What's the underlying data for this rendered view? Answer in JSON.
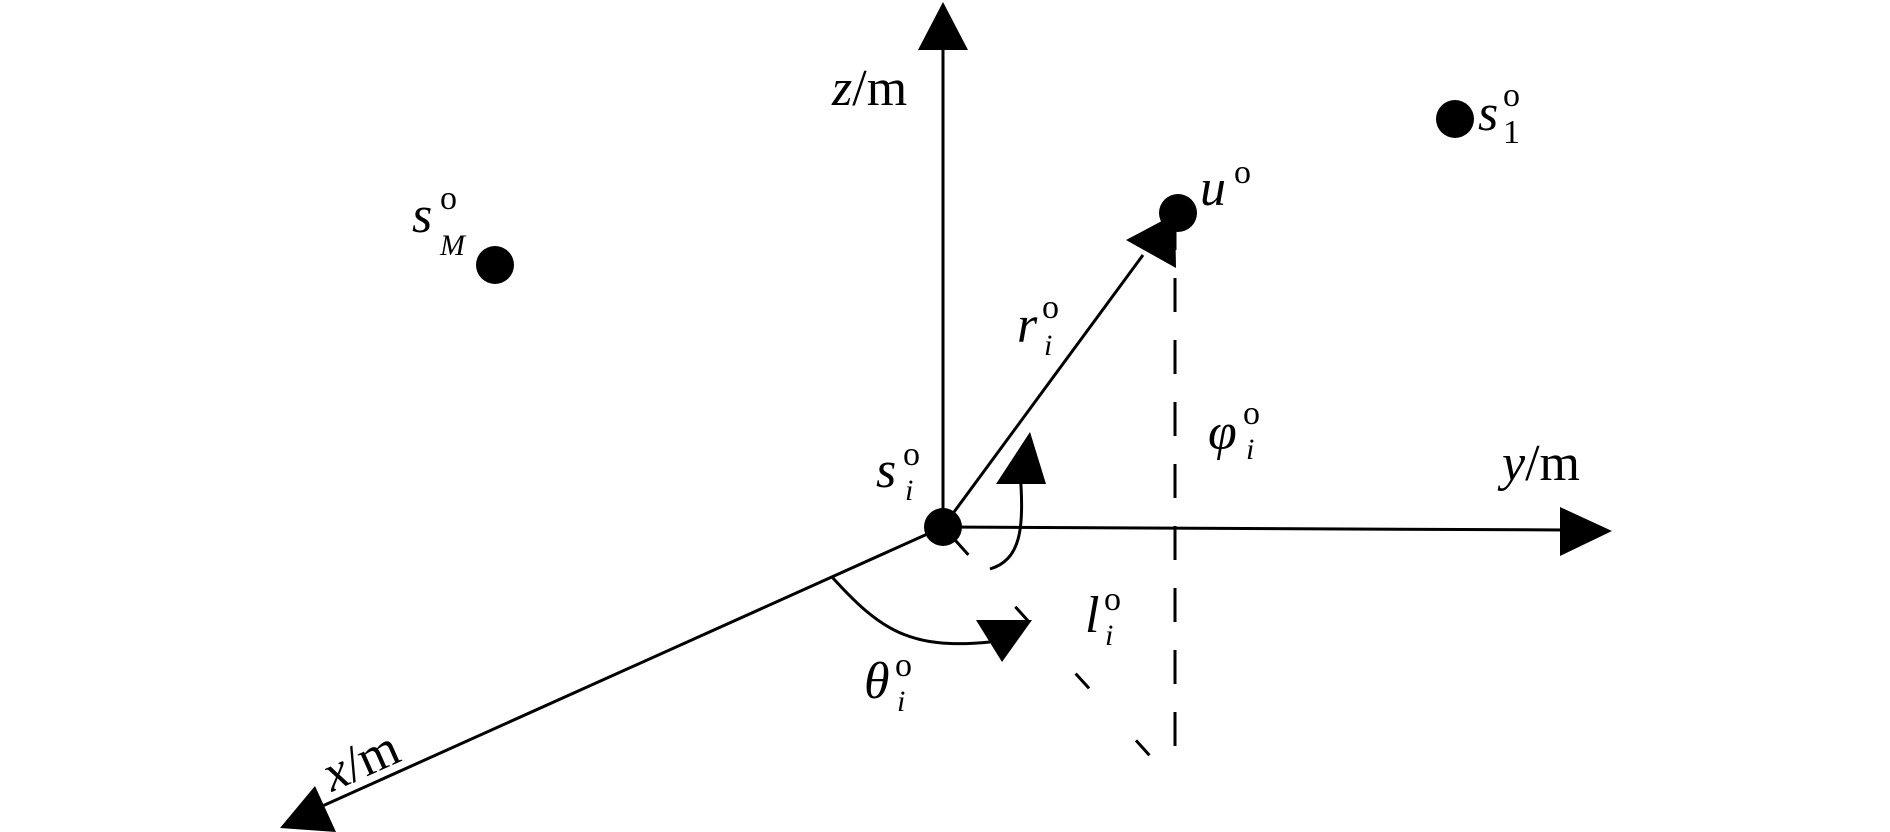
{
  "axes": {
    "z": {
      "var": "z",
      "unit": "/m"
    },
    "y": {
      "var": "y",
      "unit": "/m"
    },
    "x": {
      "var": "x",
      "unit": "/m"
    }
  },
  "points": {
    "s1": {
      "base": "s",
      "sup": "o",
      "sub": "1"
    },
    "sM": {
      "base": "s",
      "sup": "o",
      "sub": "M"
    },
    "si": {
      "base": "s",
      "sup": "o",
      "sub": "i"
    },
    "u": {
      "base": "u",
      "sup": "o"
    }
  },
  "quantities": {
    "r": {
      "base": "r",
      "sup": "o",
      "sub": "i"
    },
    "phi": {
      "base": "φ",
      "sup": "o",
      "sub": "i"
    },
    "l": {
      "base": "l",
      "sup": "o",
      "sub": "i"
    },
    "theta": {
      "base": "θ",
      "sup": "o",
      "sub": "i"
    }
  }
}
